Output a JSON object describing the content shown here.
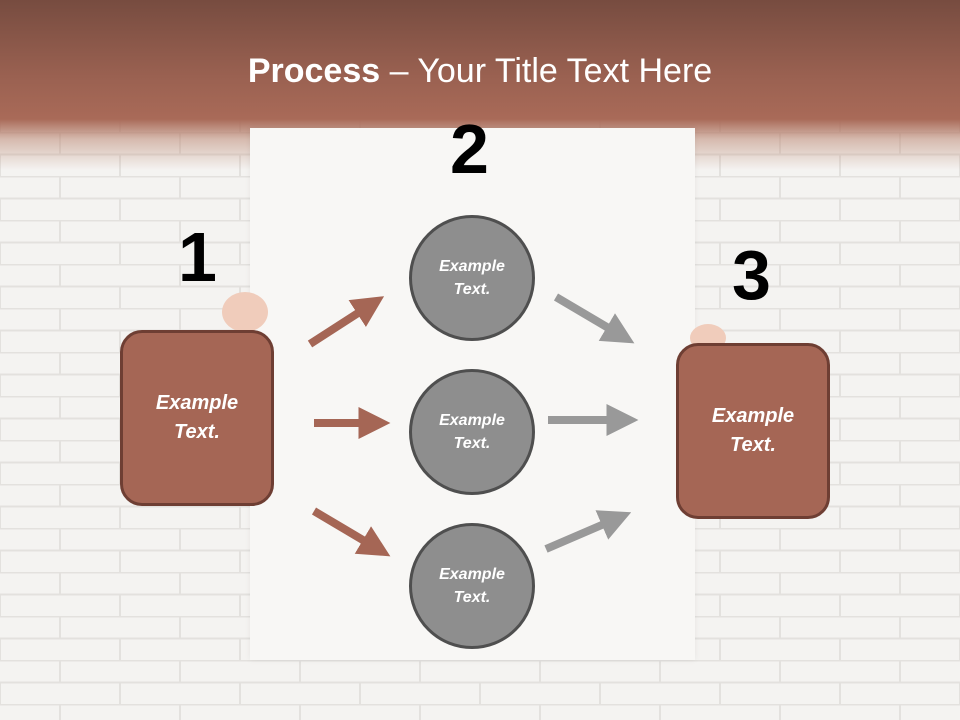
{
  "title": {
    "bold": "Process",
    "rest": " – Your Title Text Here"
  },
  "steps": [
    {
      "number": "1",
      "label_line1": "Example",
      "label_line2": "Text."
    },
    {
      "number": "2"
    },
    {
      "number": "3",
      "label_line1": "Example",
      "label_line2": "Text."
    }
  ],
  "circles": [
    {
      "label_line1": "Example",
      "label_line2": "Text."
    },
    {
      "label_line1": "Example",
      "label_line2": "Text."
    },
    {
      "label_line1": "Example",
      "label_line2": "Text."
    }
  ],
  "colors": {
    "header": "#9a6151",
    "box_fill": "#a56655",
    "box_border": "#6e3e33",
    "circle_fill": "#8e8e8e",
    "circle_border": "#4f4f4f",
    "arrow_brown": "#a56655",
    "arrow_gray": "#999999"
  }
}
